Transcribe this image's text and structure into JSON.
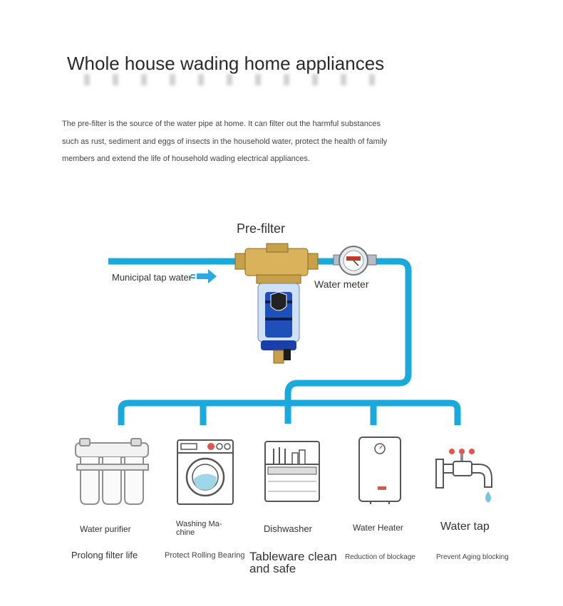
{
  "title": "Whole house wading home appliances",
  "description": "The pre-filter is the source of the water pipe at home. It can filter out the harmful substances such as rust, sediment and eggs of insects in the household water, protect the health of family members and extend the life of household wading electrical appliances.",
  "diagram": {
    "prefilter_label": "Pre-filter",
    "inlet_label": "Municipal tap water",
    "meter_label": "Water meter"
  },
  "appliances": [
    {
      "icon": "water-purifier-icon",
      "name": "Water purifier",
      "benefit": "Prolong filter life"
    },
    {
      "icon": "washing-machine-icon",
      "name": "Washing Ma-\nchine",
      "benefit": "Protect Rolling Bearing"
    },
    {
      "icon": "dishwasher-icon",
      "name": "Dishwasher",
      "benefit": "Tableware clean and safe"
    },
    {
      "icon": "water-heater-icon",
      "name": "Water Heater",
      "benefit": "Reduction of blockage"
    },
    {
      "icon": "water-tap-icon",
      "name": "Water tap",
      "benefit": "Prevent Aging blocking"
    }
  ],
  "colors": {
    "pipe": "#1aa9dc",
    "brass": "#c9a04a",
    "filter_blue": "#1f4fb8",
    "icon_red": "#e0554f"
  }
}
